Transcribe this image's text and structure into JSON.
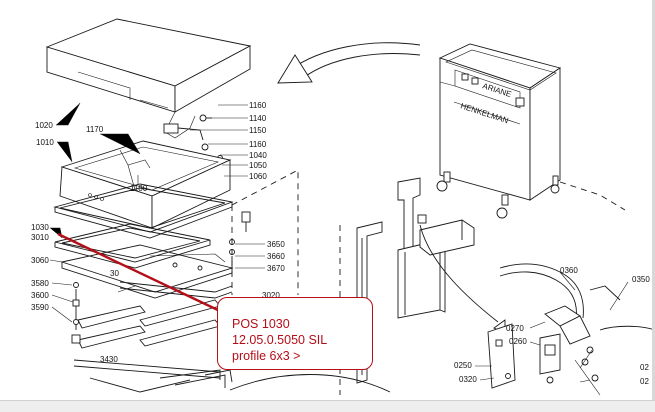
{
  "diagram": {
    "part_labels": [
      {
        "id": "p1160a",
        "text": "1160"
      },
      {
        "id": "p1140",
        "text": "1140"
      },
      {
        "id": "p1150",
        "text": "1150"
      },
      {
        "id": "p1160b",
        "text": "1160"
      },
      {
        "id": "p1040",
        "text": "1040"
      },
      {
        "id": "p1050",
        "text": "1050"
      },
      {
        "id": "p1060",
        "text": "1060"
      },
      {
        "id": "p1020",
        "text": "1020"
      },
      {
        "id": "p1170",
        "text": "1170"
      },
      {
        "id": "p1010",
        "text": "1010"
      },
      {
        "id": "p1180",
        "text": "1180"
      },
      {
        "id": "p1030",
        "text": "1030"
      },
      {
        "id": "p3010",
        "text": "3010"
      },
      {
        "id": "p3060",
        "text": "3060"
      },
      {
        "id": "p3580",
        "text": "3580"
      },
      {
        "id": "p3600",
        "text": "3600"
      },
      {
        "id": "p3590",
        "text": "3590"
      },
      {
        "id": "p3430",
        "text": "3430"
      },
      {
        "id": "p3650",
        "text": "3650"
      },
      {
        "id": "p3660",
        "text": "3660"
      },
      {
        "id": "p3670",
        "text": "3670"
      },
      {
        "id": "p30xx",
        "text": "30"
      },
      {
        "id": "p3020",
        "text": "3020"
      },
      {
        "id": "p0360",
        "text": "0360"
      },
      {
        "id": "p0350",
        "text": "0350"
      },
      {
        "id": "p0270",
        "text": "0270"
      },
      {
        "id": "p0260",
        "text": "0260"
      },
      {
        "id": "p0250",
        "text": "0250"
      },
      {
        "id": "p0320",
        "text": "0320"
      },
      {
        "id": "p02a",
        "text": "02"
      },
      {
        "id": "p02b",
        "text": "02"
      }
    ],
    "machine_panel": {
      "brand": "ARIANE",
      "label": "HENKELMAN"
    },
    "callout": {
      "line1": "POS 1030",
      "line2": "12.05.0.5050  SIL",
      "line3": "profile 6x3  >"
    },
    "colors": {
      "callout": "#b50e18",
      "line": "#1a1a1a"
    }
  }
}
